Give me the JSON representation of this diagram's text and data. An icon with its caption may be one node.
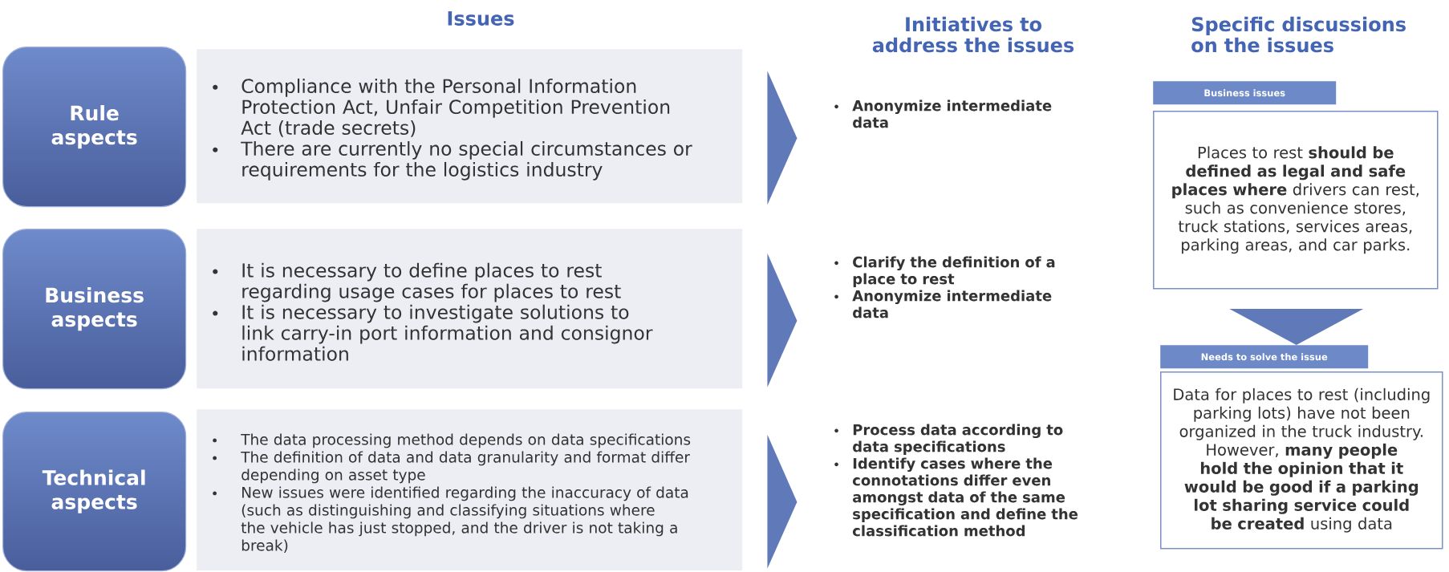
{
  "diagram": {
    "nodes": [
      {
        "text": [
          "Rule aspects"
        ]
      },
      {
        "text": [
          "Compliance with the Personal Information Protection Act, Unfair Competition Prevention Act (trade secrets)",
          "There are currently no special circumstances or requirements for the logistics industry"
        ]
      },
      {
        "text": [
          "Anonymize intermediate data"
        ]
      },
      {
        "text": [
          "Business aspects"
        ]
      },
      {
        "text": [
          "It is necessary to define places to rest regarding usage cases for places to rest",
          "It is necessary to investigate solutions to link carry-in port information and consignor information"
        ]
      },
      {
        "text": [
          "Clarify the definition of a place to rest",
          "Anonymize intermediate data"
        ]
      },
      {
        "text": [
          "Technical aspects"
        ]
      },
      {
        "text": [
          "The data processing method depends on data specifications",
          "The definition of data and data granularity and format differ depending on asset type",
          "New issues were identified regarding the inaccuracy of data (such as distinguishing and classifying situations where the vehicle has just stopped, and the driver is not taking a break)"
        ]
      },
      {
        "text": [
          "Process data according to data specifications",
          "Identify cases where the connotations differ even amongst data of the same specification and define the classification method"
        ]
      },
      {
        "text": [
          "Business issues"
        ]
      },
      {
        "text": [
          "Places to rest **should be defined as legal and safe places where** drivers can rest, such as convenience stores, truck stations, services areas, parking areas, and car parks."
        ]
      },
      {
        "text": [
          "Needs to solve the issue"
        ]
      },
      {
        "text": [
          "Data for places to rest (including parking lots) have not been organized in the truck industry. However, **many people hold the opinion that it would be good if a parking lot sharing service could be created** using data"
        ]
      }
    ],
    "edges": [
      {
        "from": 1,
        "to": 2,
        "arrow": "to"
      },
      {
        "from": 4,
        "to": 5,
        "arrow": "to"
      },
      {
        "from": 7,
        "to": 8,
        "arrow": "to"
      },
      {
        "from": 10,
        "to": 11,
        "arrow": "to"
      }
    ],
    "labels": [
      "Issues",
      "Initiatives to address the issues",
      "Specific discussions on the issues"
    ]
  }
}
